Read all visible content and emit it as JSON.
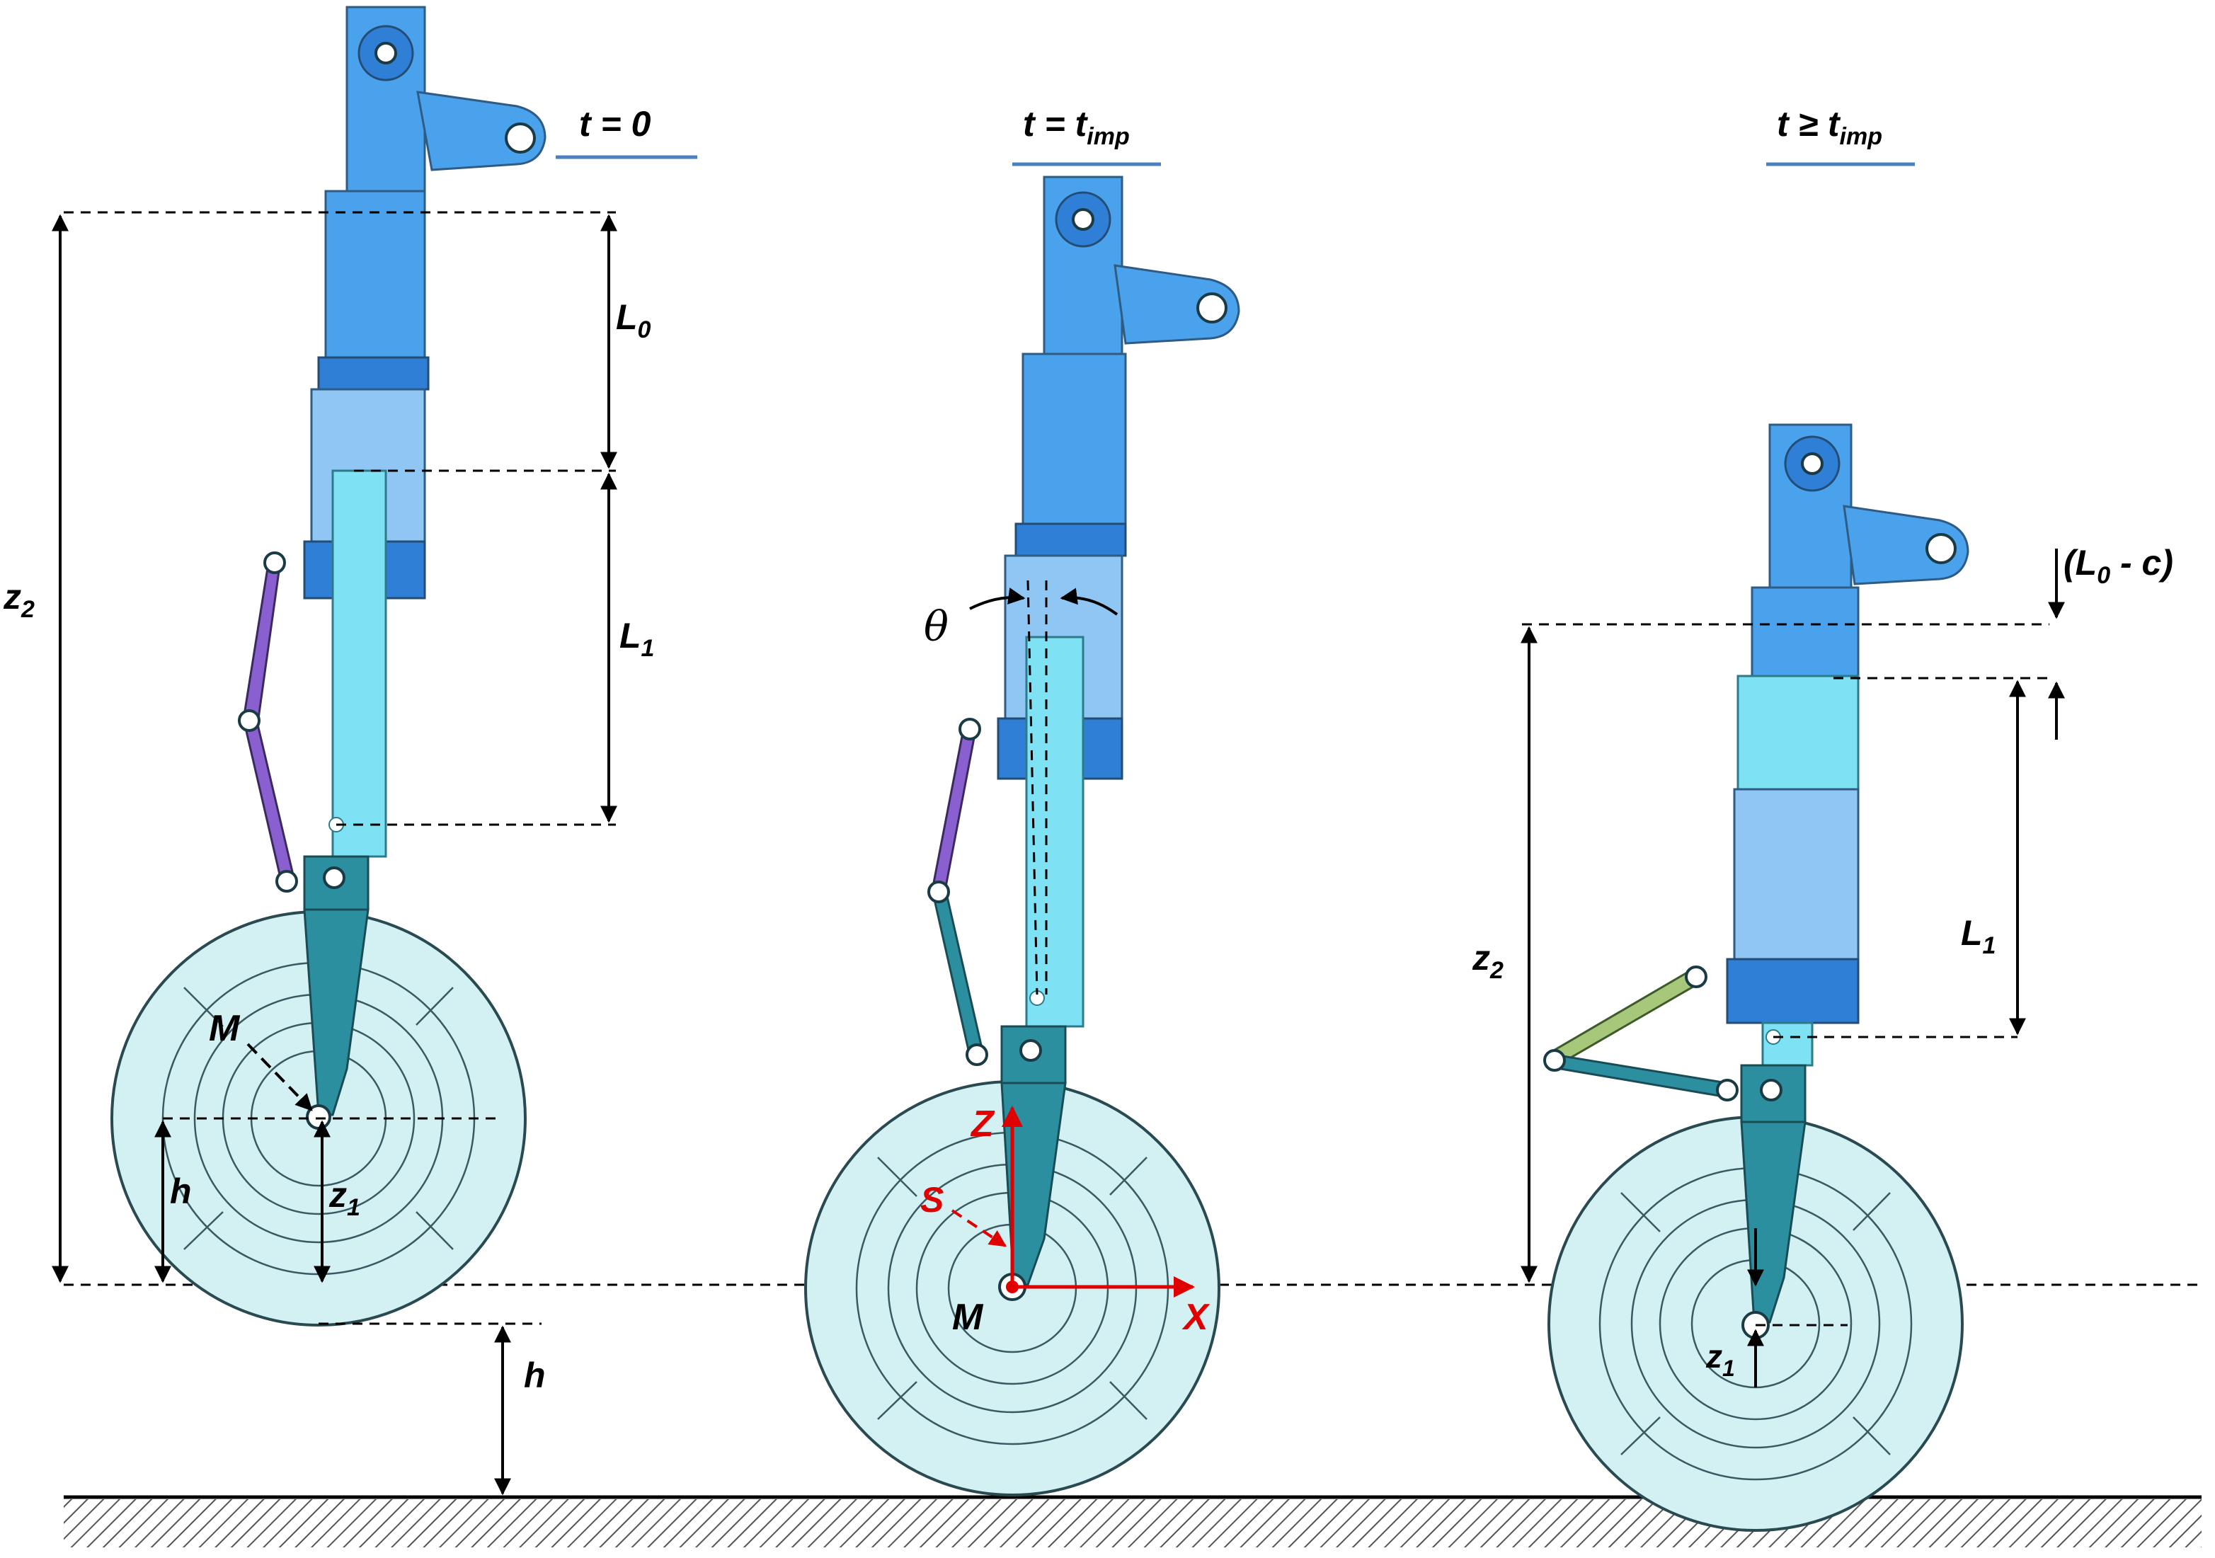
{
  "labels": {
    "state_1": "t = 0",
    "state_2_base": "t = t",
    "state_2_sub": "imp",
    "state_3_base": "t ≥ t",
    "state_3_sub": "imp",
    "L0_base": "L",
    "L0_sub": "0",
    "L1_base": "L",
    "L1_sub": "1",
    "z2_base": "z",
    "z2_sub": "2",
    "z1_base": "z",
    "z1_sub": "1",
    "h": "h",
    "M": "M",
    "theta": "θ",
    "Z_axis": "Z",
    "X_axis": "X",
    "S": "S",
    "L0c_open": "(L",
    "L0c_sub": "0",
    "L0c_close": " - c)"
  },
  "colors": {
    "cylinder": "#4aa2ec",
    "piston": "#7fe2f4",
    "tire": "#d3f1f3",
    "axes": "#e00000",
    "torque_link_1": "#8a5fd0",
    "torque_link_3": "#a7c77a"
  }
}
